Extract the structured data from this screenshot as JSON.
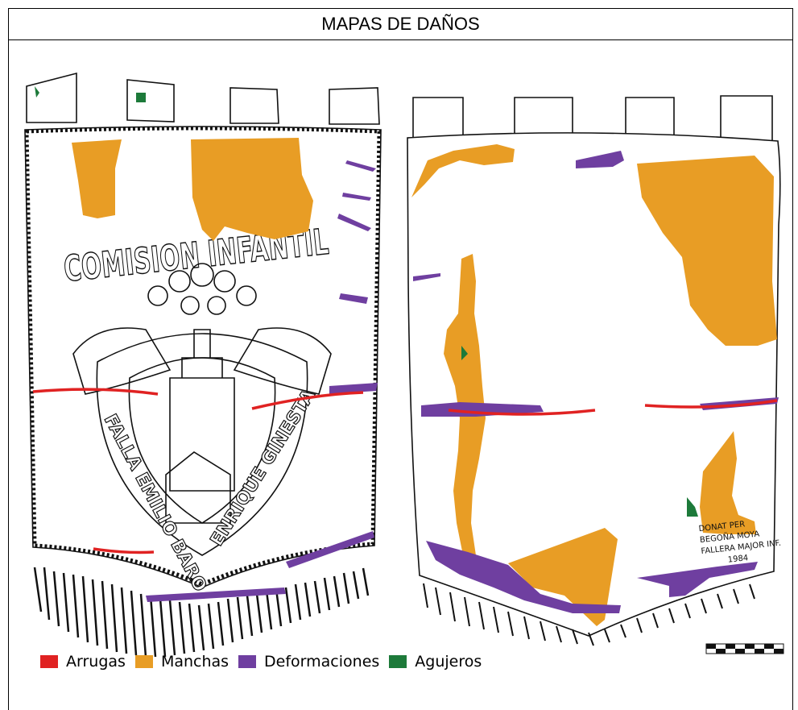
{
  "title": "MAPAS DE DAÑOS",
  "colors": {
    "arrugas": "#e02222",
    "manchas": "#e89d25",
    "deformaciones": "#6f3fa0",
    "agujeros": "#1d7a3a",
    "outline": "#111111"
  },
  "front_banner": {
    "lettering": {
      "line1": "COMISION INFANTIL",
      "arc_left": "FALLA EMILIO BARO",
      "arc_right": "ENRIQUE GINESTA"
    }
  },
  "back_banner": {
    "inscription": {
      "line1": "DONAT PER",
      "line2": "BEGOÑA MOYA",
      "line3": "FALLERA MAJOR INF.",
      "line4": "1984"
    }
  },
  "legend": [
    {
      "key": "arrugas",
      "label": "Arrugas",
      "color": "#e02222"
    },
    {
      "key": "manchas",
      "label": "Manchas",
      "color": "#e89d25"
    },
    {
      "key": "deformaciones",
      "label": "Deformaciones",
      "color": "#6f3fa0"
    },
    {
      "key": "agujeros",
      "label": "Agujeros",
      "color": "#1d7a3a"
    }
  ]
}
